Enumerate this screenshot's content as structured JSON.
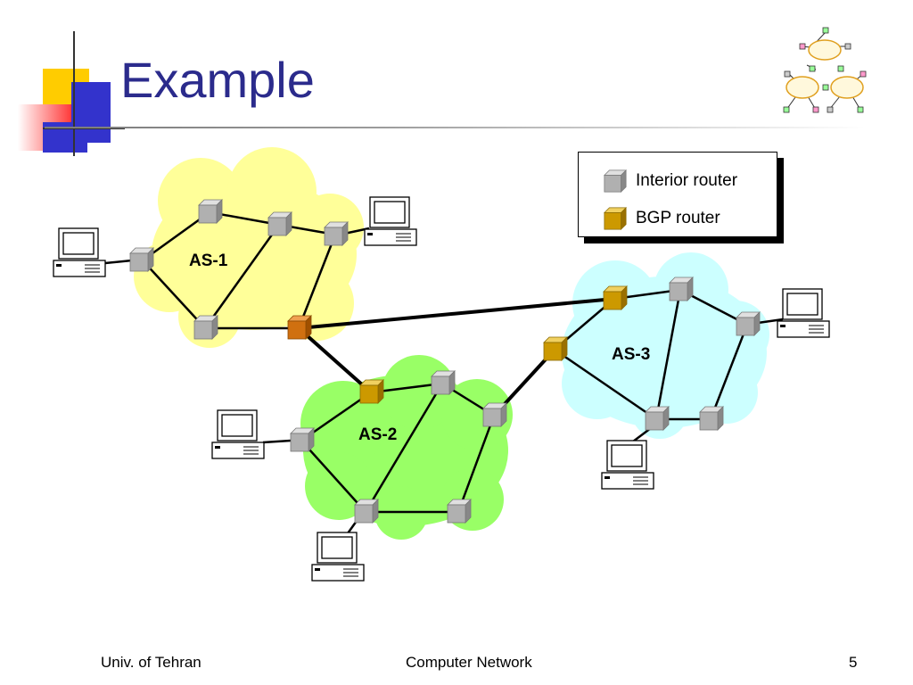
{
  "slide": {
    "title": "Example"
  },
  "diagram": {
    "autonomous_systems": [
      {
        "label": "AS-1",
        "fill": "#FFFF99"
      },
      {
        "label": "AS-2",
        "fill": "#99FF66"
      },
      {
        "label": "AS-3",
        "fill": "#CCFFFF"
      }
    ],
    "router_colors": {
      "interior": "#B0B0B0",
      "bgp": "#CC9900"
    }
  },
  "legend": {
    "interior_label": "Interior router",
    "bgp_label": "BGP router"
  },
  "footer": {
    "left": "Univ. of Tehran",
    "center": "Computer Network",
    "page": "5"
  }
}
